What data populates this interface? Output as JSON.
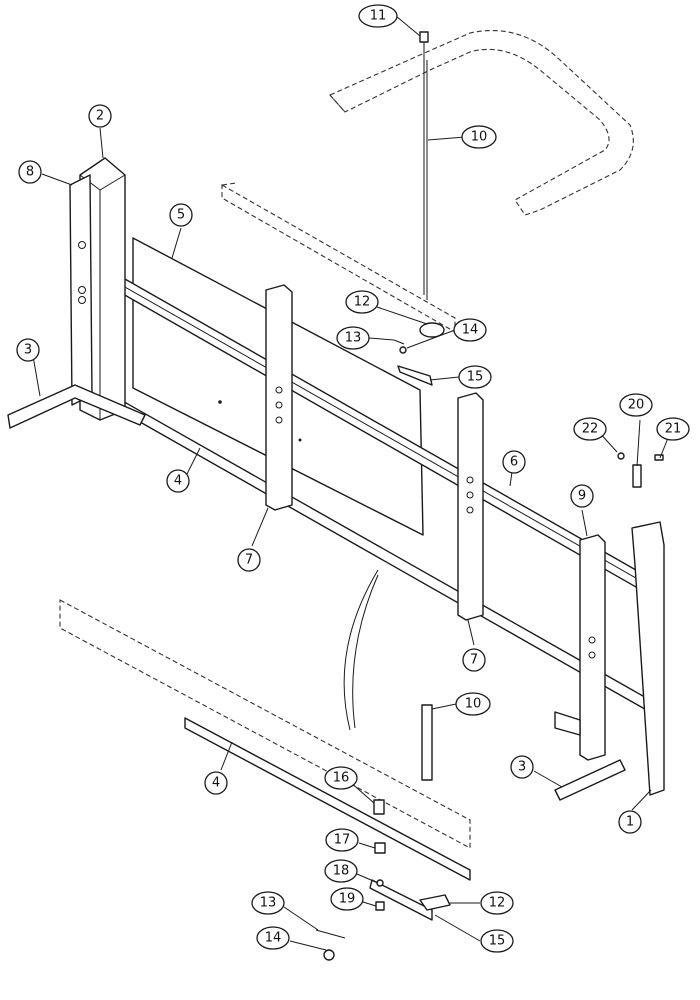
{
  "callouts": [
    {
      "id": "c-11",
      "label": "11"
    },
    {
      "id": "c-10a",
      "label": "10"
    },
    {
      "id": "c-2",
      "label": "2"
    },
    {
      "id": "c-8",
      "label": "8"
    },
    {
      "id": "c-5",
      "label": "5"
    },
    {
      "id": "c-12a",
      "label": "12"
    },
    {
      "id": "c-13a",
      "label": "13"
    },
    {
      "id": "c-14a",
      "label": "14"
    },
    {
      "id": "c-15a",
      "label": "15"
    },
    {
      "id": "c-3a",
      "label": "3"
    },
    {
      "id": "c-4a",
      "label": "4"
    },
    {
      "id": "c-7a",
      "label": "7"
    },
    {
      "id": "c-6",
      "label": "6"
    },
    {
      "id": "c-22",
      "label": "22"
    },
    {
      "id": "c-20",
      "label": "20"
    },
    {
      "id": "c-21",
      "label": "21"
    },
    {
      "id": "c-9",
      "label": "9"
    },
    {
      "id": "c-7b",
      "label": "7"
    },
    {
      "id": "c-10b",
      "label": "10"
    },
    {
      "id": "c-3b",
      "label": "3"
    },
    {
      "id": "c-1",
      "label": "1"
    },
    {
      "id": "c-4b",
      "label": "4"
    },
    {
      "id": "c-16",
      "label": "16"
    },
    {
      "id": "c-17",
      "label": "17"
    },
    {
      "id": "c-18",
      "label": "18"
    },
    {
      "id": "c-19",
      "label": "19"
    },
    {
      "id": "c-12b",
      "label": "12"
    },
    {
      "id": "c-13b",
      "label": "13"
    },
    {
      "id": "c-14b",
      "label": "14"
    },
    {
      "id": "c-15b",
      "label": "15"
    }
  ]
}
